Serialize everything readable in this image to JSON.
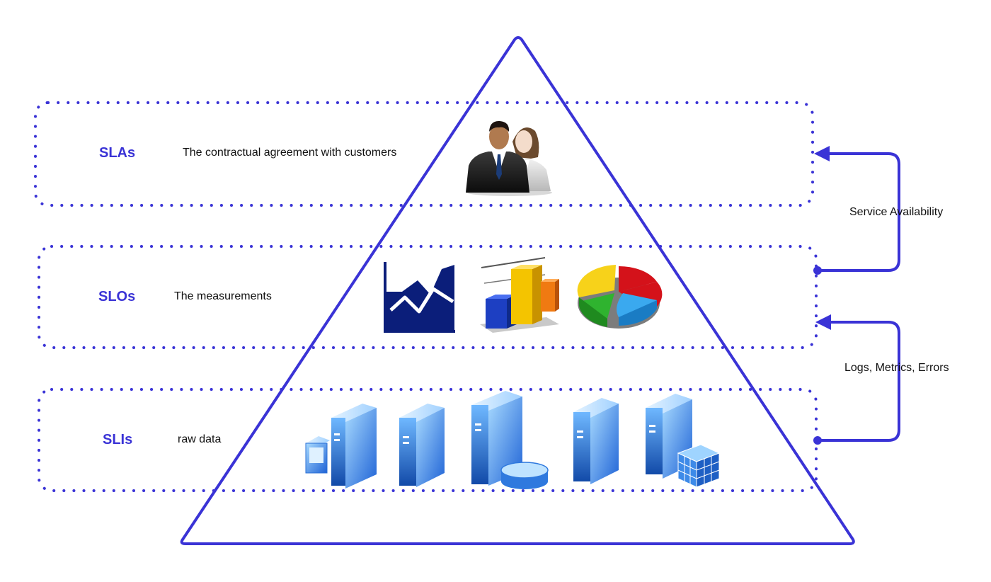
{
  "colors": {
    "accent": "#3a33d6",
    "text": "#111111",
    "background": "#ffffff"
  },
  "tiers": [
    {
      "name": "SLAs",
      "description": "The contractual agreement with customers",
      "icon": "business-people-icon"
    },
    {
      "name": "SLOs",
      "description": "The measurements",
      "icons": [
        "area-chart-icon",
        "bar-chart-icon",
        "pie-chart-icon"
      ]
    },
    {
      "name": "SLIs",
      "description": "raw data",
      "icons": [
        "server-monitor-icon",
        "server-icon",
        "server-database-icon",
        "server-icon",
        "server-grid-icon"
      ]
    }
  ],
  "flows": [
    {
      "label": "Service Availability",
      "from": "SLOs",
      "to": "SLAs"
    },
    {
      "label": "Logs, Metrics, Errors",
      "from": "SLIs",
      "to": "SLOs"
    }
  ]
}
